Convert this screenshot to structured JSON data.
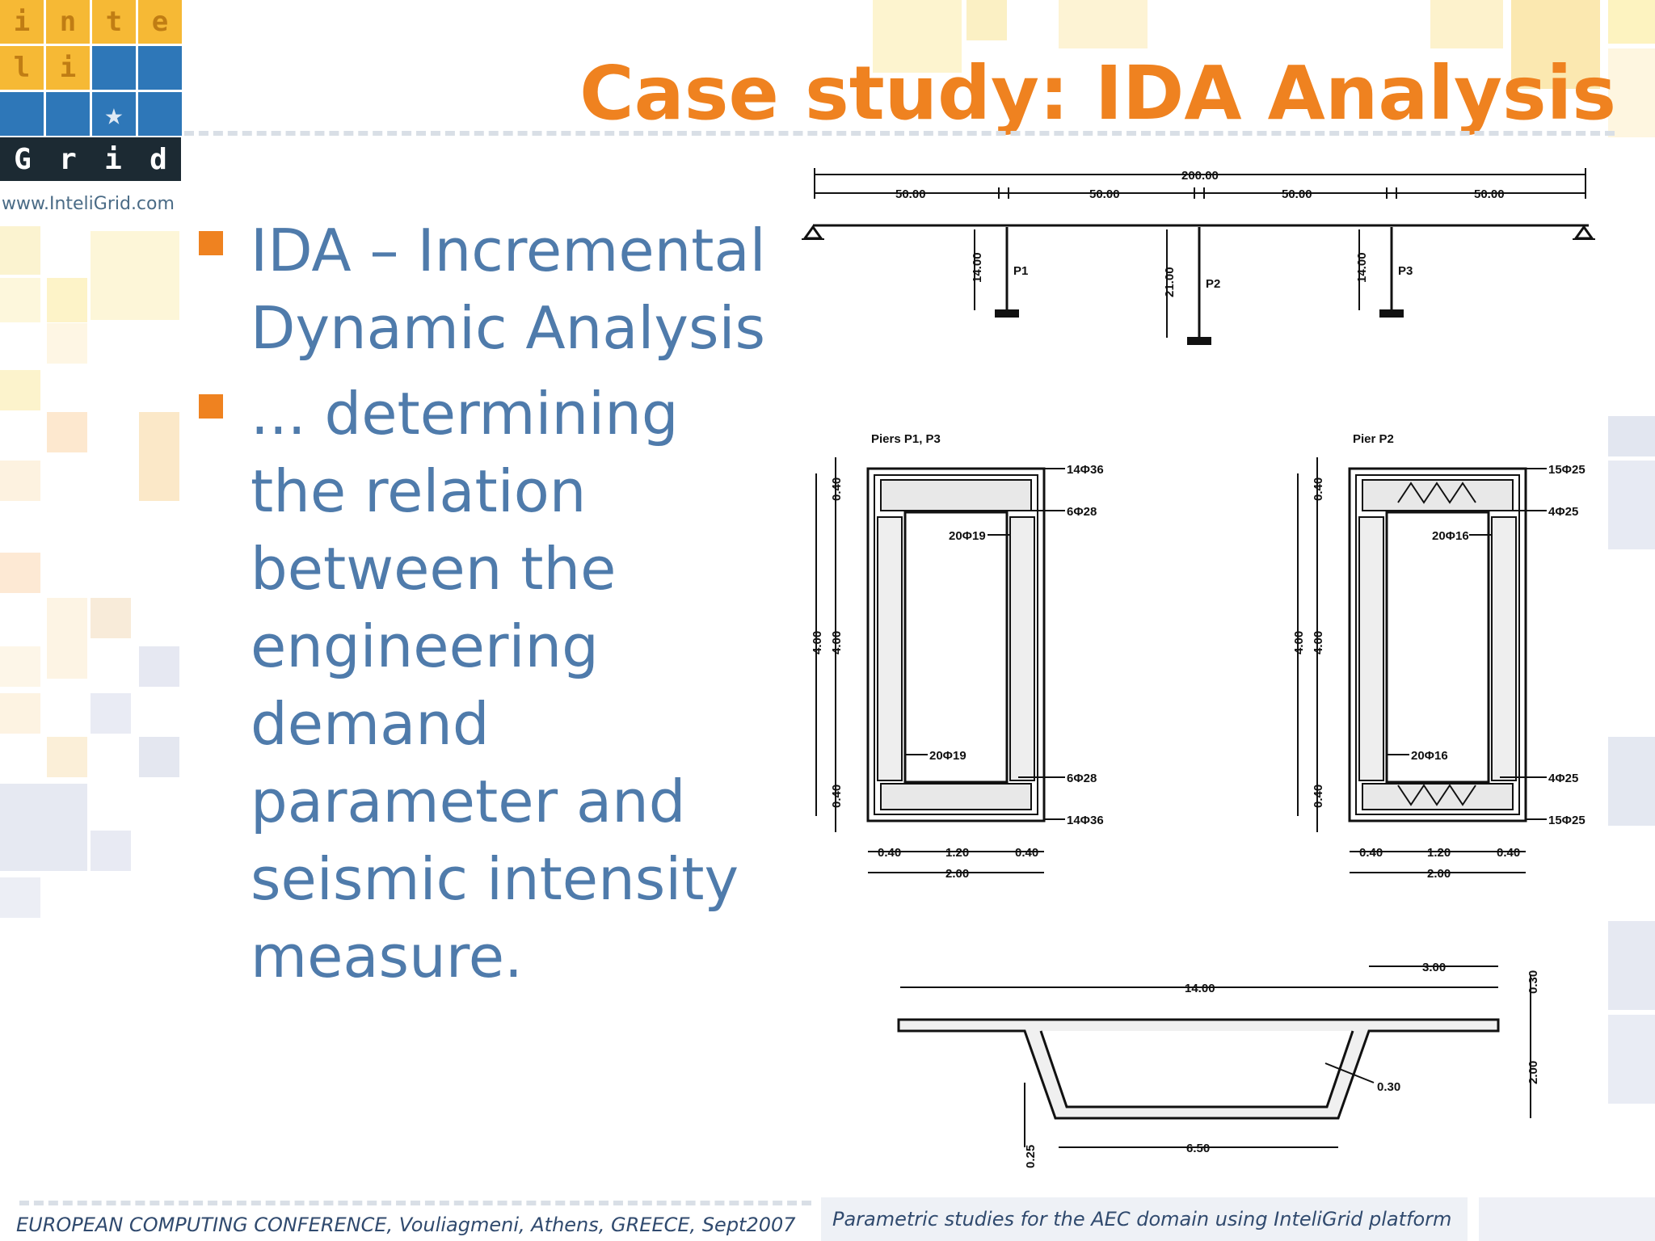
{
  "logo": {
    "row1": [
      "i",
      "n",
      "t",
      "e"
    ],
    "row2": [
      "l",
      "i"
    ],
    "row4": [
      "G",
      "r",
      "i",
      "d"
    ]
  },
  "website": "www.InteliGrid.com",
  "title": "Case study: IDA Analysis",
  "bullets": [
    {
      "text": "IDA – Incremental Dynamic Analysis"
    },
    {
      "text": "... determining the relation between the engineering demand parameter and seismic intensity measure."
    }
  ],
  "drawing": {
    "elevation": {
      "total_span": "200.00",
      "spans": [
        "50.00",
        "50.00",
        "50.00",
        "50.00"
      ],
      "piers": [
        {
          "label": "P1",
          "height": "14.00"
        },
        {
          "label": "P2",
          "height": "21.00"
        },
        {
          "label": "P3",
          "height": "14.00"
        }
      ]
    },
    "sections": [
      {
        "title": "Piers P1, P3",
        "outer_bar": "14Φ36",
        "mid_bar": "6Φ28",
        "inner_top": "20Φ19",
        "inner_bottom": "20Φ19",
        "lower_mid_bar": "6Φ28",
        "lower_outer_bar": "14Φ36",
        "dim_top": "0.40",
        "dim_height": "4.00",
        "dim_height_inner": "4.00",
        "dim_bottom": "0.40",
        "dim_width_parts": [
          "0.40",
          "1.20",
          "0.40"
        ],
        "dim_width_total": "2.00"
      },
      {
        "title": "Pier P2",
        "outer_bar": "15Φ25",
        "mid_bar": "4Φ25",
        "inner_top": "20Φ16",
        "inner_bottom": "20Φ16",
        "lower_mid_bar": "4Φ25",
        "lower_outer_bar": "15Φ25",
        "dim_top": "0.40",
        "dim_height": "4.00",
        "dim_height_inner": "4.00",
        "dim_bottom": "0.40",
        "dim_width_parts": [
          "0.40",
          "1.20",
          "0.40"
        ],
        "dim_width_total": "2.00"
      }
    ],
    "deck": {
      "width": "14.00",
      "cantilever": "3.00",
      "slab": "0.30",
      "depth": "2.00",
      "web": "0.30",
      "bottom_slab": "0.25",
      "bottom_width": "6.50"
    }
  },
  "footer": {
    "left": "EUROPEAN COMPUTING CONFERENCE, Vouliagmeni, Athens, GREECE, Sept2007",
    "right": "Parametric studies for the AEC domain using InteliGrid platform"
  },
  "colors": {
    "orange": "#ef8220",
    "blue_text": "#4f7bab",
    "logo_blue": "#2e77b8",
    "logo_yellow": "#f6b935",
    "logo_dark": "#1c2a33"
  }
}
